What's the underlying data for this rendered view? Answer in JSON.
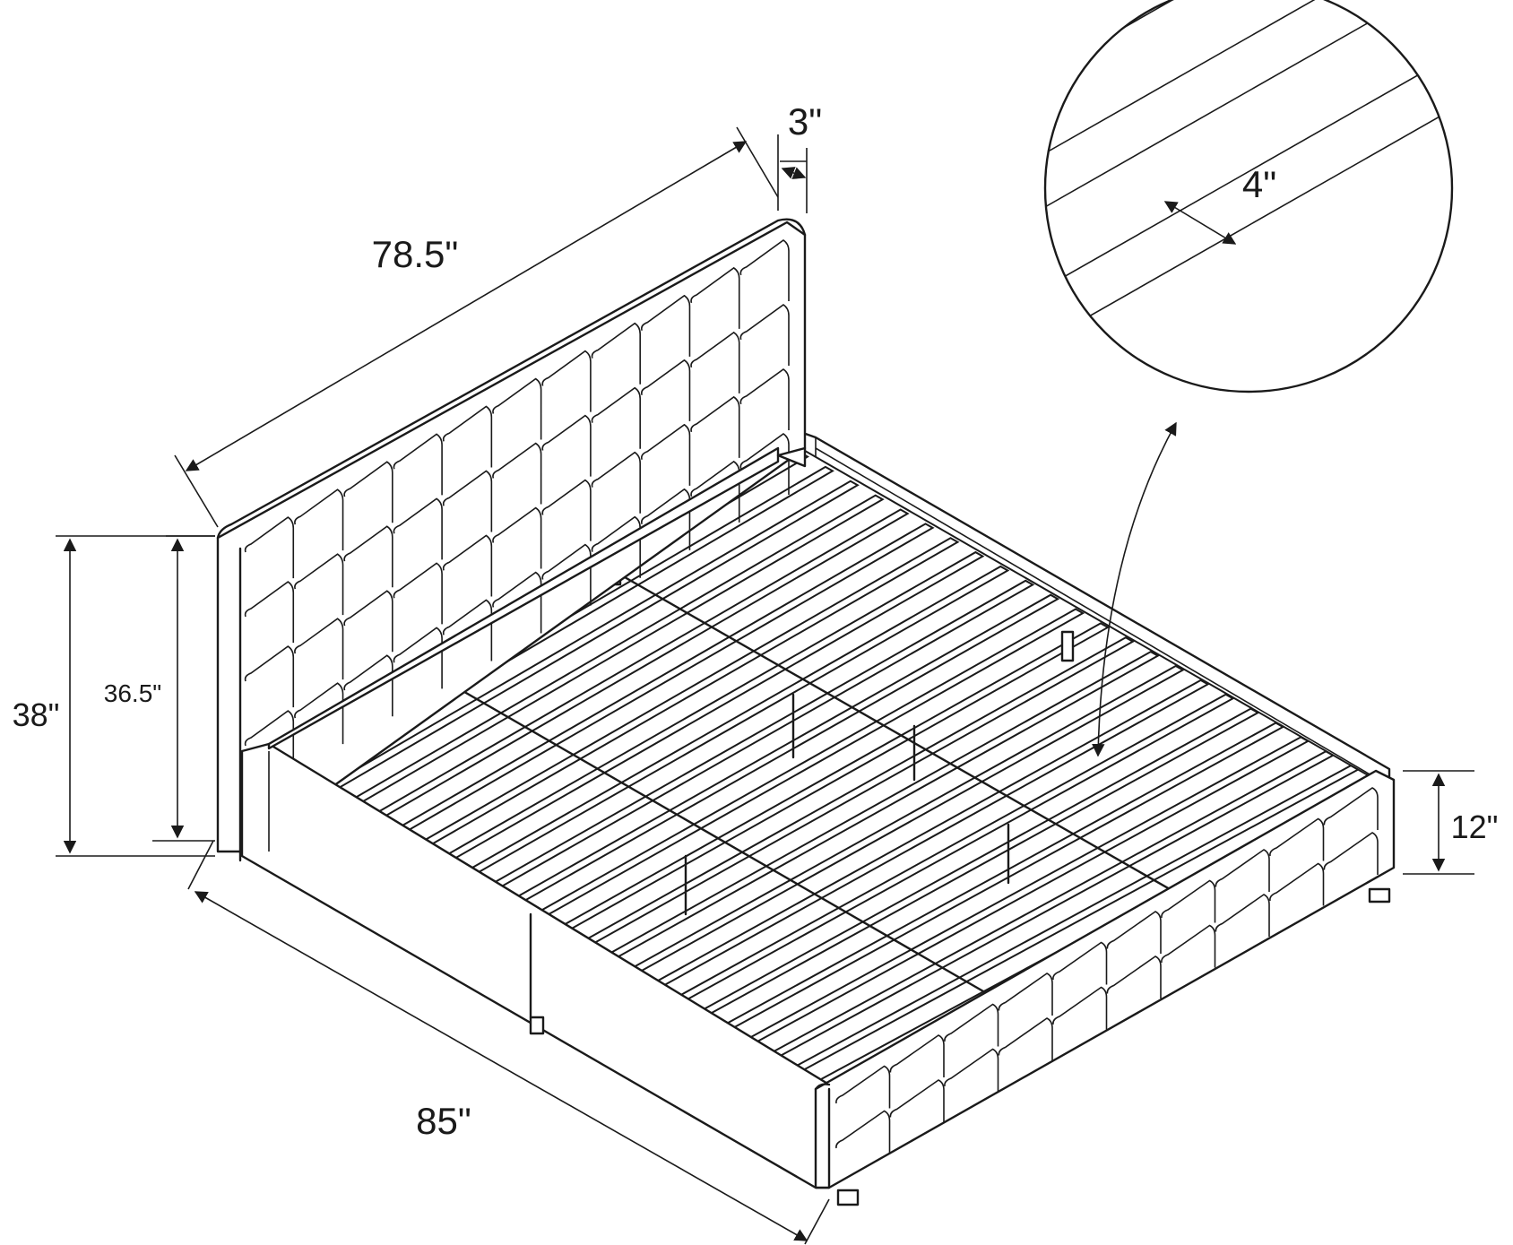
{
  "dimensions": {
    "headboard_width": "78.5\"",
    "headboard_thickness": "3\"",
    "headboard_height_total": "38\"",
    "headboard_height_inner": "36.5\"",
    "side_rail_height": "12\"",
    "bed_length": "85\"",
    "slat_width": "4\""
  },
  "colors": {
    "line": "#1a1a1a",
    "background": "#ffffff"
  }
}
